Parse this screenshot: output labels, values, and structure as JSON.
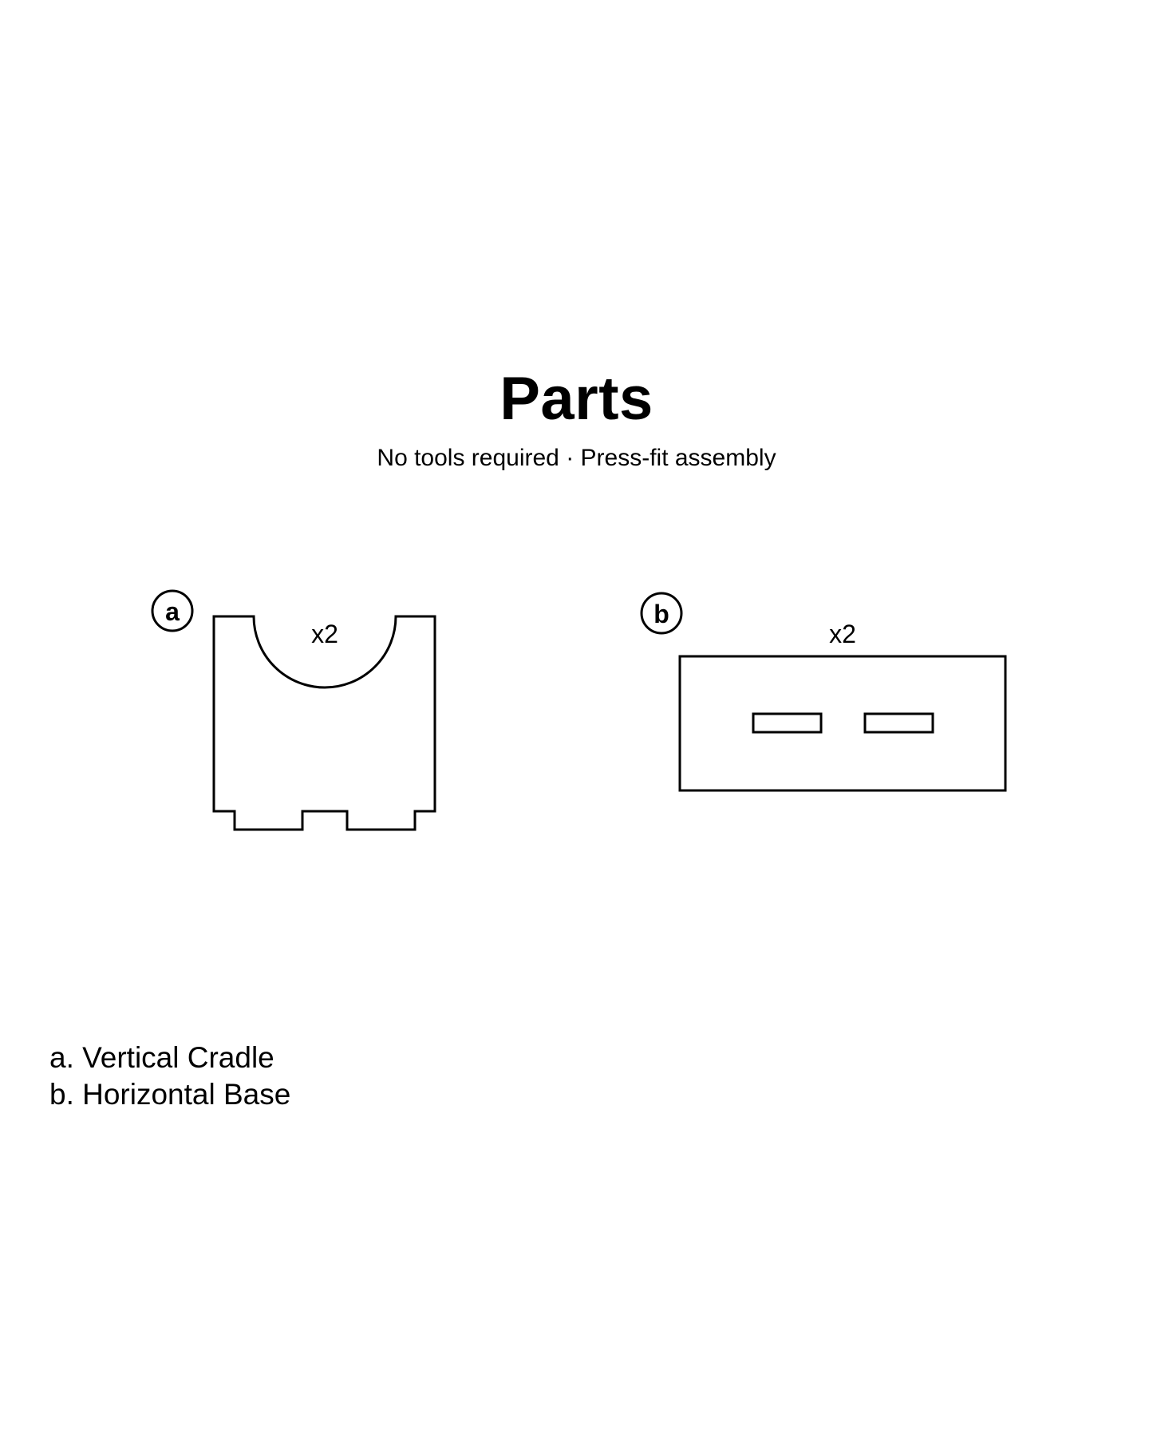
{
  "header": {
    "title": "Parts",
    "subtitle": "No tools required · Press-fit assembly"
  },
  "parts": [
    {
      "marker": "a",
      "quantity": "x2"
    },
    {
      "marker": "b",
      "quantity": "x2"
    }
  ],
  "legend": {
    "items": [
      "a. Vertical Cradle",
      "b. Horizontal Base"
    ]
  },
  "colors": {
    "stroke": "#000000",
    "background": "#ffffff"
  }
}
